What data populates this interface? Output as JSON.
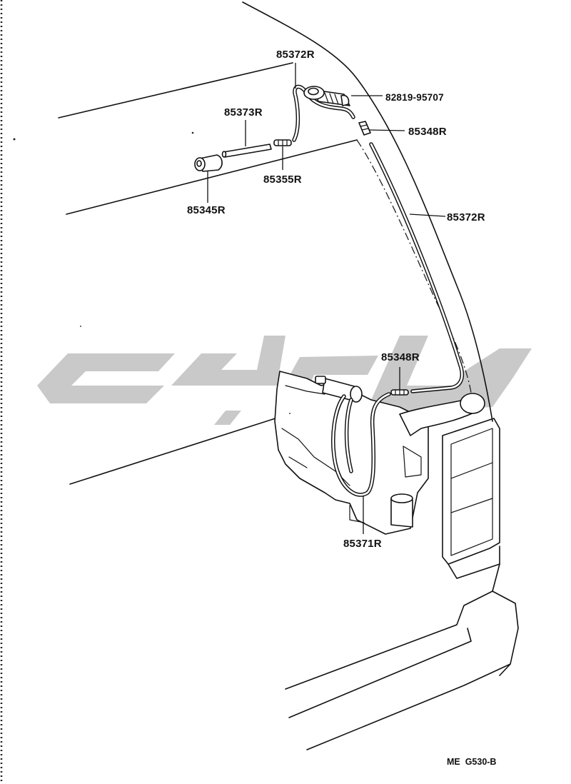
{
  "part_labels": [
    {
      "id": "hose-top",
      "text": "85372R"
    },
    {
      "id": "grommet",
      "text": "82819-95707"
    },
    {
      "id": "pipe",
      "text": "85373R"
    },
    {
      "id": "joint-top",
      "text": "85348R"
    },
    {
      "id": "connector",
      "text": "85355R"
    },
    {
      "id": "nozzle",
      "text": "85345R"
    },
    {
      "id": "hose-right",
      "text": "85372R"
    },
    {
      "id": "joint-bottom",
      "text": "85348R"
    },
    {
      "id": "hose-bottom",
      "text": "85371R"
    }
  ],
  "drawing_code": "ME  G530-B"
}
